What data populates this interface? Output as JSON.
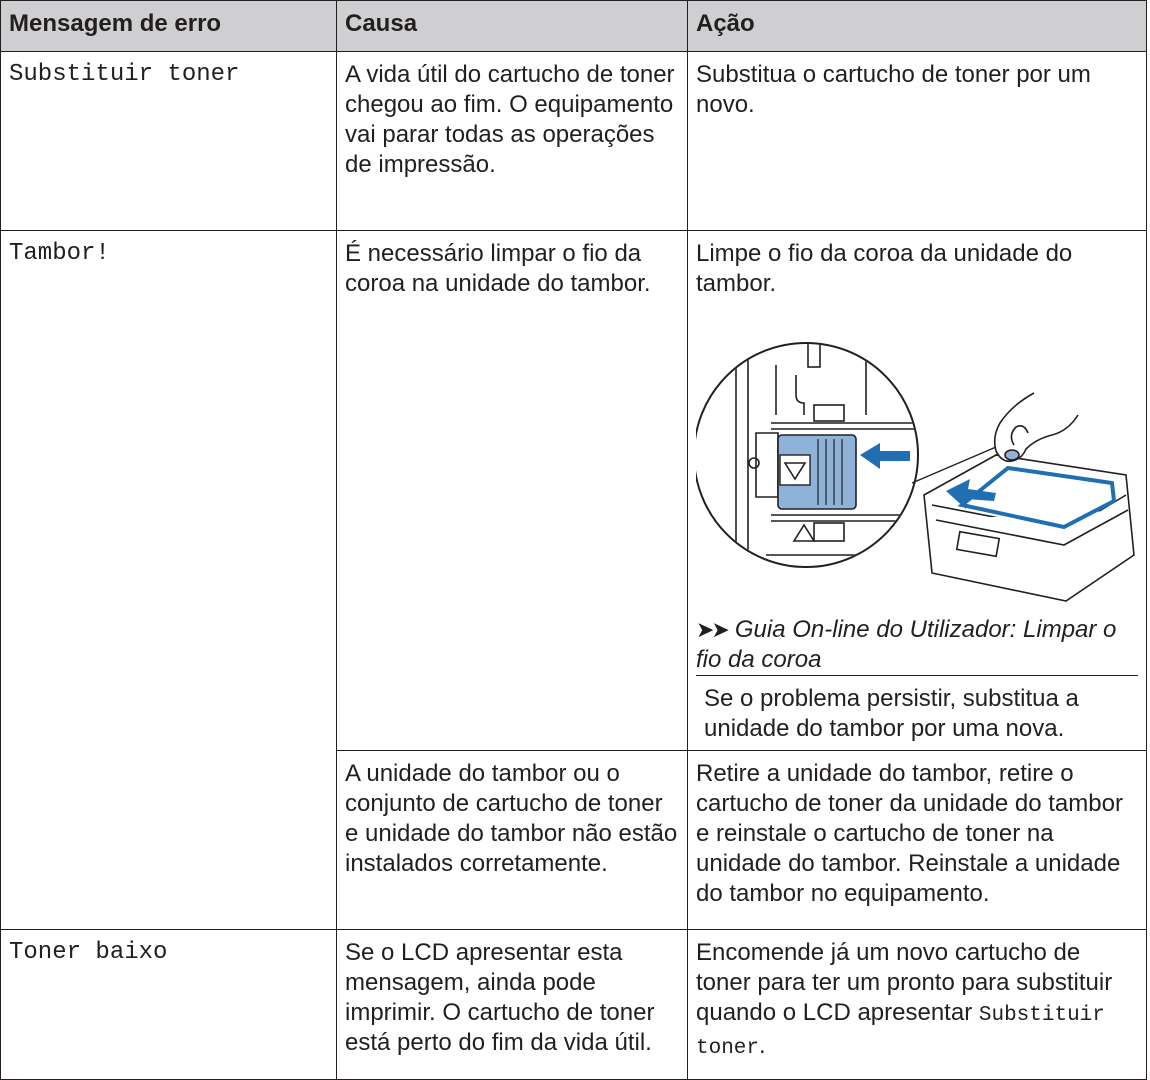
{
  "headers": {
    "message": "Mensagem de erro",
    "cause": "Causa",
    "action": "Ação"
  },
  "rows": [
    {
      "message": "Substituir toner",
      "cause": "A vida útil do cartucho de toner chegou ao fim. O equipamento vai parar todas as operações de impressão.",
      "action": "Substitua o cartucho de toner por um novo."
    },
    {
      "message": "Tambor!",
      "cause": "É necessário limpar o fio da coroa na unidade do tambor.",
      "action_intro": "Limpe o fio da coroa da unidade do tambor.",
      "action_ref_prefix": "Guia On-line do Utilizador",
      "action_ref_topic": "Limpar o fio da coroa",
      "action_followup": "Se o problema persistir, substitua a unidade do tambor por uma nova."
    },
    {
      "cause": "A unidade do tambor ou o conjunto de cartucho de toner e unidade do tambor não estão instalados corretamente.",
      "action": "Retire a unidade do tambor, retire o cartucho de toner da unidade do tambor e reinstale o cartucho de toner na unidade do tambor. Reinstale a unidade do tambor no equipamento."
    },
    {
      "message": "Toner baixo",
      "cause": "Se o LCD apresentar esta mensagem, ainda pode imprimir. O cartucho de toner está perto do fim da vida útil.",
      "action_text": "Encomende já um novo cartucho de toner para ter um pronto para substituir quando o LCD apresentar",
      "action_code": "Substituir toner"
    }
  ],
  "icons": {
    "reference_arrows": "double-chevron-right-icon",
    "illustration": "drum-corona-wire-cleaning-illustration",
    "accent_color": "#1f6fb2"
  }
}
